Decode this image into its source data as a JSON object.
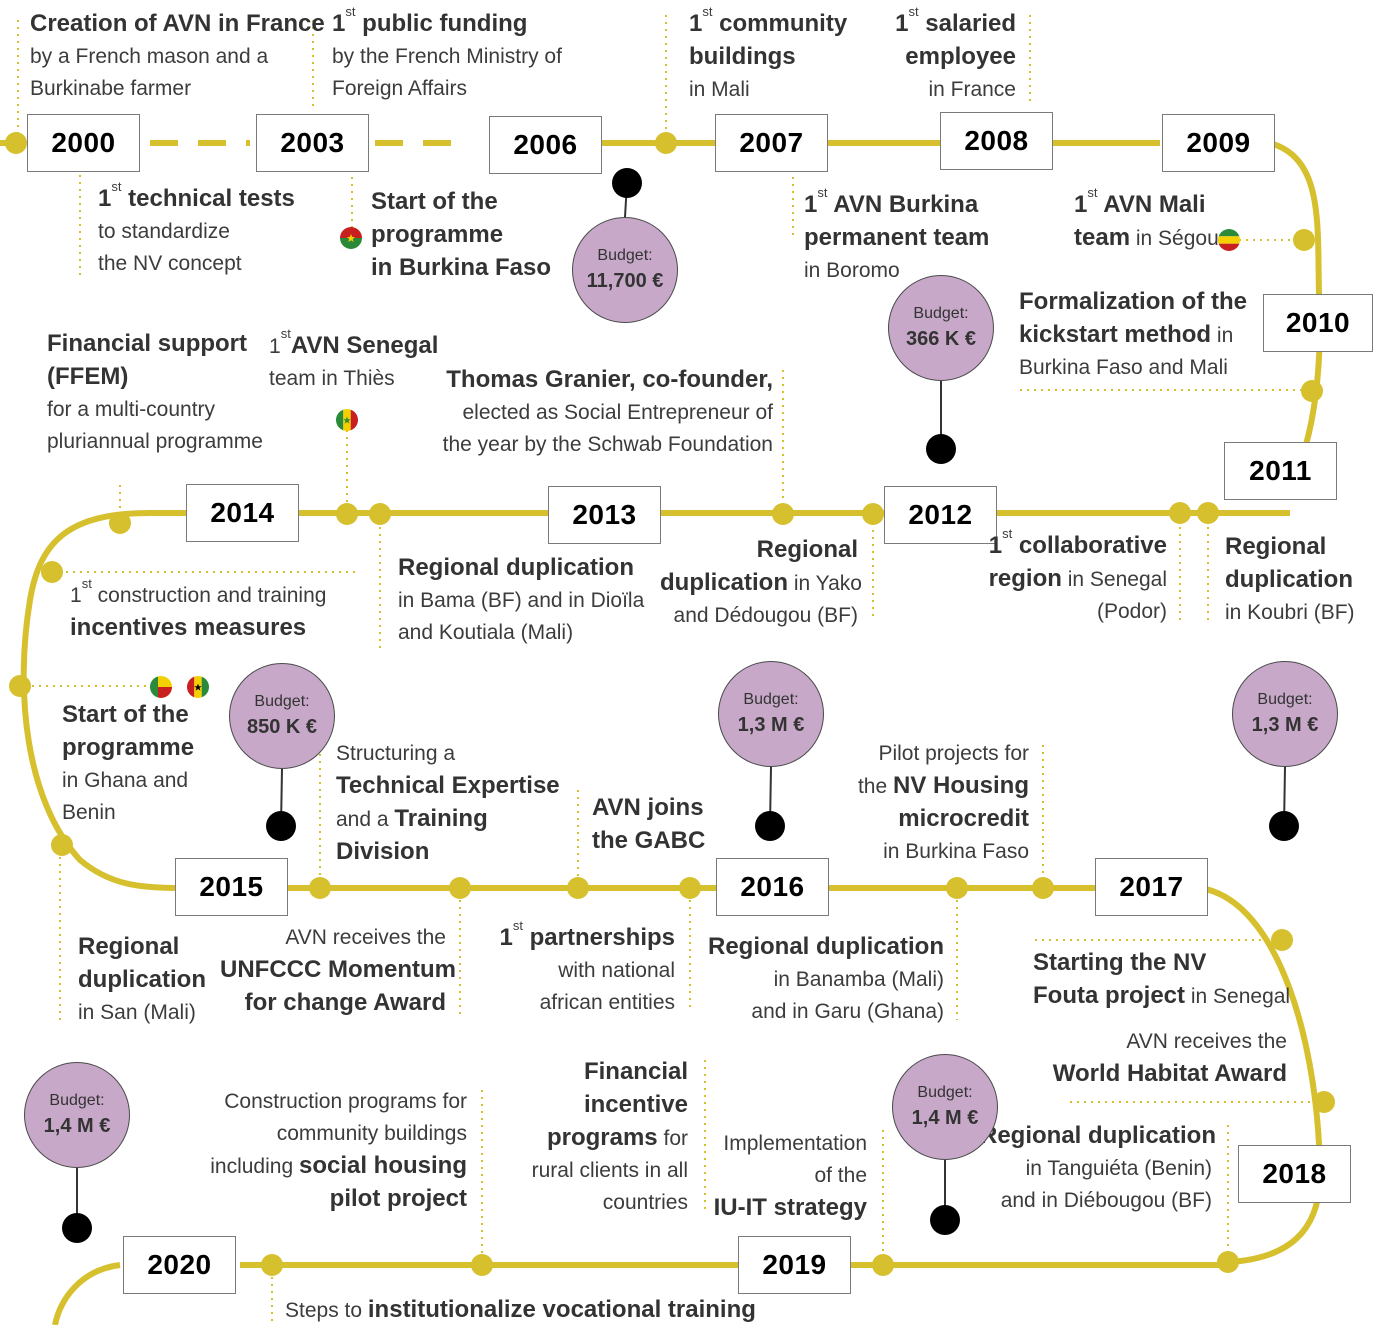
{
  "years": [
    "2000",
    "2003",
    "2006",
    "2007",
    "2008",
    "2009",
    "2010",
    "2011",
    "2012",
    "2013",
    "2014",
    "2015",
    "2016",
    "2017",
    "2018",
    "2019",
    "2020"
  ],
  "events": [
    {
      "id": "e2000-top",
      "lines": [
        [
          [
            "b",
            "Creation of AVN in France"
          ]
        ],
        [
          [
            "n",
            "by a French mason and a"
          ]
        ],
        [
          [
            "n",
            "Burkinabe farmer"
          ]
        ]
      ]
    },
    {
      "id": "e2000-bot",
      "lines": [
        [
          [
            "b",
            "1"
          ],
          [
            "sup",
            "st"
          ],
          [
            "b",
            " technical tests"
          ]
        ],
        [
          [
            "n",
            "to standardize"
          ]
        ],
        [
          [
            "n",
            "the NV concept"
          ]
        ]
      ]
    },
    {
      "id": "e2003-top",
      "lines": [
        [
          [
            "b",
            "1"
          ],
          [
            "sup",
            "st"
          ],
          [
            "b",
            " public funding"
          ]
        ],
        [
          [
            "n",
            "by the French Ministry of"
          ]
        ],
        [
          [
            "n",
            "Foreign Affairs"
          ]
        ]
      ]
    },
    {
      "id": "e2003-bot",
      "lines": [
        [
          [
            "b",
            "Start of the"
          ]
        ],
        [
          [
            "b",
            "programme"
          ]
        ],
        [
          [
            "b",
            "in Burkina Faso"
          ]
        ]
      ]
    },
    {
      "id": "e2006-top",
      "lines": [
        [
          [
            "b",
            "1"
          ],
          [
            "sup",
            "st"
          ],
          [
            "b",
            " community"
          ]
        ],
        [
          [
            "b",
            "buildings"
          ]
        ],
        [
          [
            "n",
            "in Mali"
          ]
        ]
      ]
    },
    {
      "id": "e2007-bot",
      "lines": [
        [
          [
            "b",
            "1"
          ],
          [
            "sup",
            "st"
          ],
          [
            "b",
            " AVN Burkina"
          ]
        ],
        [
          [
            "b",
            "permanent team"
          ]
        ],
        [
          [
            "n",
            "in Boromo"
          ]
        ]
      ]
    },
    {
      "id": "e2008-top",
      "lines": [
        [
          [
            "b",
            "1"
          ],
          [
            "sup",
            "st"
          ],
          [
            "b",
            " salaried"
          ]
        ],
        [
          [
            "b",
            "employee"
          ]
        ],
        [
          [
            "n",
            "in France"
          ]
        ]
      ]
    },
    {
      "id": "e2009-mali",
      "lines": [
        [
          [
            "b",
            "1"
          ],
          [
            "sup",
            "st"
          ],
          [
            "b",
            " AVN Mali"
          ]
        ],
        [
          [
            "b",
            "team"
          ],
          [
            "n",
            " in Ségou"
          ]
        ]
      ]
    },
    {
      "id": "e2010",
      "lines": [
        [
          [
            "b",
            "Formalization of the"
          ]
        ],
        [
          [
            "b",
            "kickstart method"
          ],
          [
            "n",
            " in"
          ]
        ],
        [
          [
            "n",
            "Burkina Faso and Mali"
          ]
        ]
      ]
    },
    {
      "id": "e2014-ffem",
      "lines": [
        [
          [
            "b",
            "Financial support"
          ]
        ],
        [
          [
            "b",
            "(FFEM)"
          ]
        ],
        [
          [
            "n",
            "for a multi-country"
          ]
        ],
        [
          [
            "n",
            "pluriannual programme"
          ]
        ]
      ]
    },
    {
      "id": "e2014-senegal",
      "lines": [
        [
          [
            "n",
            "1"
          ],
          [
            "sup",
            "st"
          ],
          [
            "b",
            "AVN Senegal"
          ]
        ],
        [
          [
            "n",
            "team in Thiès"
          ]
        ]
      ]
    },
    {
      "id": "e2012-granier",
      "lines": [
        [
          [
            "b",
            "Thomas Granier, co-founder,"
          ]
        ],
        [
          [
            "n",
            "elected as Social Entrepreneur of"
          ]
        ],
        [
          [
            "n",
            "the year by the Schwab Foundation"
          ]
        ]
      ]
    },
    {
      "id": "e-incentives",
      "lines": [
        [
          [
            "n",
            "1"
          ],
          [
            "sup",
            "st"
          ],
          [
            "n",
            " construction and training"
          ]
        ],
        [
          [
            "b",
            "incentives measures"
          ]
        ]
      ]
    },
    {
      "id": "e-bama",
      "lines": [
        [
          [
            "b",
            "Regional duplication"
          ]
        ],
        [
          [
            "n",
            "in Bama (BF) and in Dioïla"
          ]
        ],
        [
          [
            "n",
            "and Koutiala (Mali)"
          ]
        ]
      ]
    },
    {
      "id": "e-yako",
      "lines": [
        [
          [
            "b",
            "Regional"
          ]
        ],
        [
          [
            "b",
            "duplication"
          ],
          [
            "n",
            " in Yako"
          ]
        ],
        [
          [
            "n",
            "and Dédougou (BF)"
          ]
        ]
      ]
    },
    {
      "id": "e-podor",
      "lines": [
        [
          [
            "b",
            "1"
          ],
          [
            "sup",
            "st"
          ],
          [
            "b",
            " collaborative"
          ]
        ],
        [
          [
            "b",
            "region"
          ],
          [
            "n",
            " in Senegal"
          ]
        ],
        [
          [
            "n",
            "(Podor)"
          ]
        ]
      ]
    },
    {
      "id": "e-koubri",
      "lines": [
        [
          [
            "b",
            "Regional"
          ]
        ],
        [
          [
            "b",
            "duplication"
          ]
        ],
        [
          [
            "n",
            "in Koubri (BF)"
          ]
        ]
      ]
    },
    {
      "id": "e-ghana",
      "lines": [
        [
          [
            "b",
            "Start of the"
          ]
        ],
        [
          [
            "b",
            "programme"
          ]
        ],
        [
          [
            "n",
            "in Ghana and"
          ]
        ],
        [
          [
            "n",
            "Benin"
          ]
        ]
      ]
    },
    {
      "id": "e-expertise",
      "lines": [
        [
          [
            "n",
            "Structuring a"
          ]
        ],
        [
          [
            "b",
            "Technical Expertise"
          ]
        ],
        [
          [
            "n",
            "and a "
          ],
          [
            "b",
            "Training"
          ]
        ],
        [
          [
            "b",
            "Division"
          ]
        ]
      ]
    },
    {
      "id": "e-gabc",
      "lines": [
        [
          [
            "b",
            "AVN joins"
          ]
        ],
        [
          [
            "b",
            "the GABC"
          ]
        ]
      ]
    },
    {
      "id": "e-microcredit",
      "lines": [
        [
          [
            "n",
            "Pilot projects for"
          ]
        ],
        [
          [
            "n",
            "the "
          ],
          [
            "b",
            "NV Housing"
          ]
        ],
        [
          [
            "b",
            "microcredit"
          ]
        ],
        [
          [
            "n",
            "in Burkina Faso"
          ]
        ]
      ]
    },
    {
      "id": "e-san",
      "lines": [
        [
          [
            "b",
            "Regional"
          ]
        ],
        [
          [
            "b",
            "duplication"
          ]
        ],
        [
          [
            "n",
            "in San (Mali)"
          ]
        ]
      ]
    },
    {
      "id": "e-unfccc",
      "lines": [
        [
          [
            "n",
            "AVN receives the"
          ]
        ],
        [
          [
            "b",
            "UNFCCC Momentum"
          ]
        ],
        [
          [
            "b",
            "for change Award"
          ]
        ]
      ]
    },
    {
      "id": "e-partnerships",
      "lines": [
        [
          [
            "b",
            "1"
          ],
          [
            "sup",
            "st"
          ],
          [
            "b",
            " partnerships"
          ]
        ],
        [
          [
            "n",
            "with national"
          ]
        ],
        [
          [
            "n",
            "african entities"
          ]
        ]
      ]
    },
    {
      "id": "e-banamba",
      "lines": [
        [
          [
            "b",
            "Regional duplication"
          ]
        ],
        [
          [
            "n",
            "in Banamba (Mali)"
          ]
        ],
        [
          [
            "n",
            "and in Garu (Ghana)"
          ]
        ]
      ]
    },
    {
      "id": "e-fouta",
      "lines": [
        [
          [
            "b",
            "Starting the NV"
          ]
        ],
        [
          [
            "b",
            "Fouta project"
          ],
          [
            "n",
            " in Senegal"
          ]
        ]
      ]
    },
    {
      "id": "e-habitat",
      "lines": [
        [
          [
            "n",
            "AVN receives the"
          ]
        ],
        [
          [
            "b",
            "World Habitat Award"
          ]
        ]
      ]
    },
    {
      "id": "e-construction",
      "lines": [
        [
          [
            "n",
            "Construction programs for"
          ]
        ],
        [
          [
            "n",
            "community buildings"
          ]
        ],
        [
          [
            "n",
            "including "
          ],
          [
            "b",
            "social housing"
          ]
        ],
        [
          [
            "b",
            "pilot project"
          ]
        ]
      ]
    },
    {
      "id": "e-financial",
      "lines": [
        [
          [
            "b",
            "Financial"
          ]
        ],
        [
          [
            "b",
            "incentive"
          ]
        ],
        [
          [
            "b",
            "programs"
          ],
          [
            "n",
            " for"
          ]
        ],
        [
          [
            "n",
            "rural clients in all"
          ]
        ],
        [
          [
            "n",
            "countries"
          ]
        ]
      ]
    },
    {
      "id": "e-iuit",
      "lines": [
        [
          [
            "n",
            "Implementation"
          ]
        ],
        [
          [
            "n",
            "of the"
          ]
        ],
        [
          [
            "b",
            "IU-IT strategy"
          ]
        ]
      ]
    },
    {
      "id": "e-tanguieta",
      "lines": [
        [
          [
            "b",
            "Regional duplication"
          ]
        ],
        [
          [
            "n",
            "in Tanguiéta (Benin)"
          ]
        ],
        [
          [
            "n",
            "and in Diébougou (BF)"
          ]
        ]
      ]
    },
    {
      "id": "e-institutionalize",
      "lines": [
        [
          [
            "n",
            "Steps to "
          ],
          [
            "b",
            "institutionalize vocational training"
          ]
        ]
      ]
    }
  ],
  "budgets": [
    {
      "label": "Budget:",
      "value": "11,700 €"
    },
    {
      "label": "Budget:",
      "value": "366 K €"
    },
    {
      "label": "Budget:",
      "value": "850 K €"
    },
    {
      "label": "Budget:",
      "value": "1,3 M €"
    },
    {
      "label": "Budget:",
      "value": "1,3 M €"
    },
    {
      "label": "Budget:",
      "value": "1,4 M €"
    },
    {
      "label": "Budget:",
      "value": "1,4 M €"
    }
  ],
  "flags": [
    "burkina-faso",
    "mali",
    "senegal",
    "benin",
    "ghana"
  ],
  "colors": {
    "track": "#d6c02e",
    "bubble": "#c7a8c8",
    "text": "#3c3c3c",
    "pin": "#000000"
  }
}
